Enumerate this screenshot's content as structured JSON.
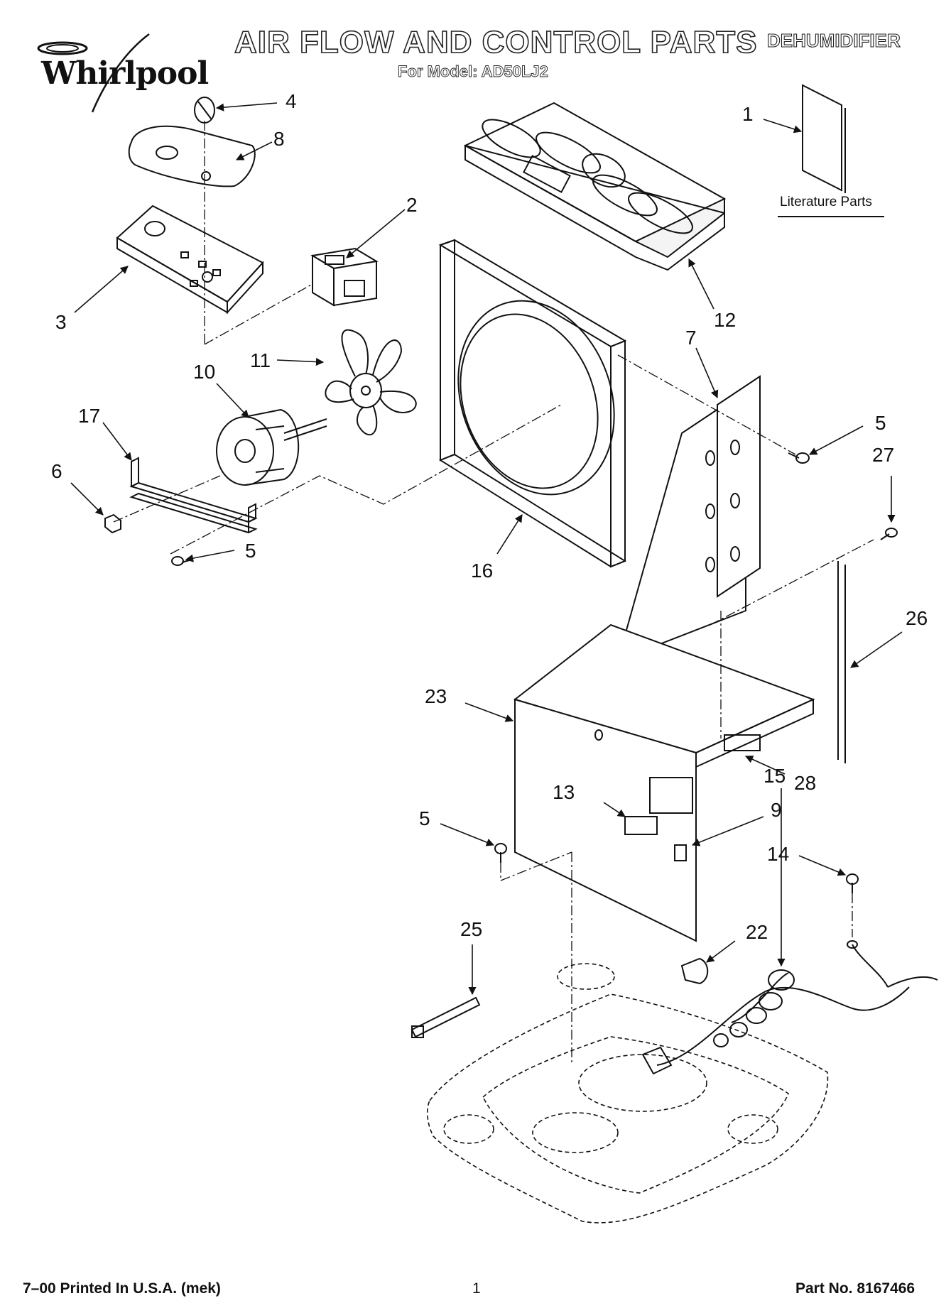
{
  "header": {
    "brand": "Whirlpool",
    "title": "AIR FLOW AND CONTROL PARTS",
    "subtitle": "For Model: AD50LJ2",
    "category": "DEHUMIDIFIER"
  },
  "diagram": {
    "literature_label": "Literature Parts",
    "callouts": [
      {
        "id": "c1",
        "label": "1"
      },
      {
        "id": "c2",
        "label": "2"
      },
      {
        "id": "c3",
        "label": "3"
      },
      {
        "id": "c4",
        "label": "4"
      },
      {
        "id": "c5a",
        "label": "5"
      },
      {
        "id": "c5b",
        "label": "5"
      },
      {
        "id": "c5c",
        "label": "5"
      },
      {
        "id": "c6",
        "label": "6"
      },
      {
        "id": "c7",
        "label": "7"
      },
      {
        "id": "c8",
        "label": "8"
      },
      {
        "id": "c9",
        "label": "9"
      },
      {
        "id": "c10",
        "label": "10"
      },
      {
        "id": "c11",
        "label": "11"
      },
      {
        "id": "c12",
        "label": "12"
      },
      {
        "id": "c13",
        "label": "13"
      },
      {
        "id": "c14",
        "label": "14"
      },
      {
        "id": "c15",
        "label": "15"
      },
      {
        "id": "c16",
        "label": "16"
      },
      {
        "id": "c17",
        "label": "17"
      },
      {
        "id": "c22",
        "label": "22"
      },
      {
        "id": "c23",
        "label": "23"
      },
      {
        "id": "c25",
        "label": "25"
      },
      {
        "id": "c26",
        "label": "26"
      },
      {
        "id": "c27",
        "label": "27"
      },
      {
        "id": "c28",
        "label": "28"
      }
    ]
  },
  "footer": {
    "print_info": "7–00 Printed In U.S.A. (mek)",
    "page_number": "1",
    "part_number": "Part No. 8167466"
  }
}
